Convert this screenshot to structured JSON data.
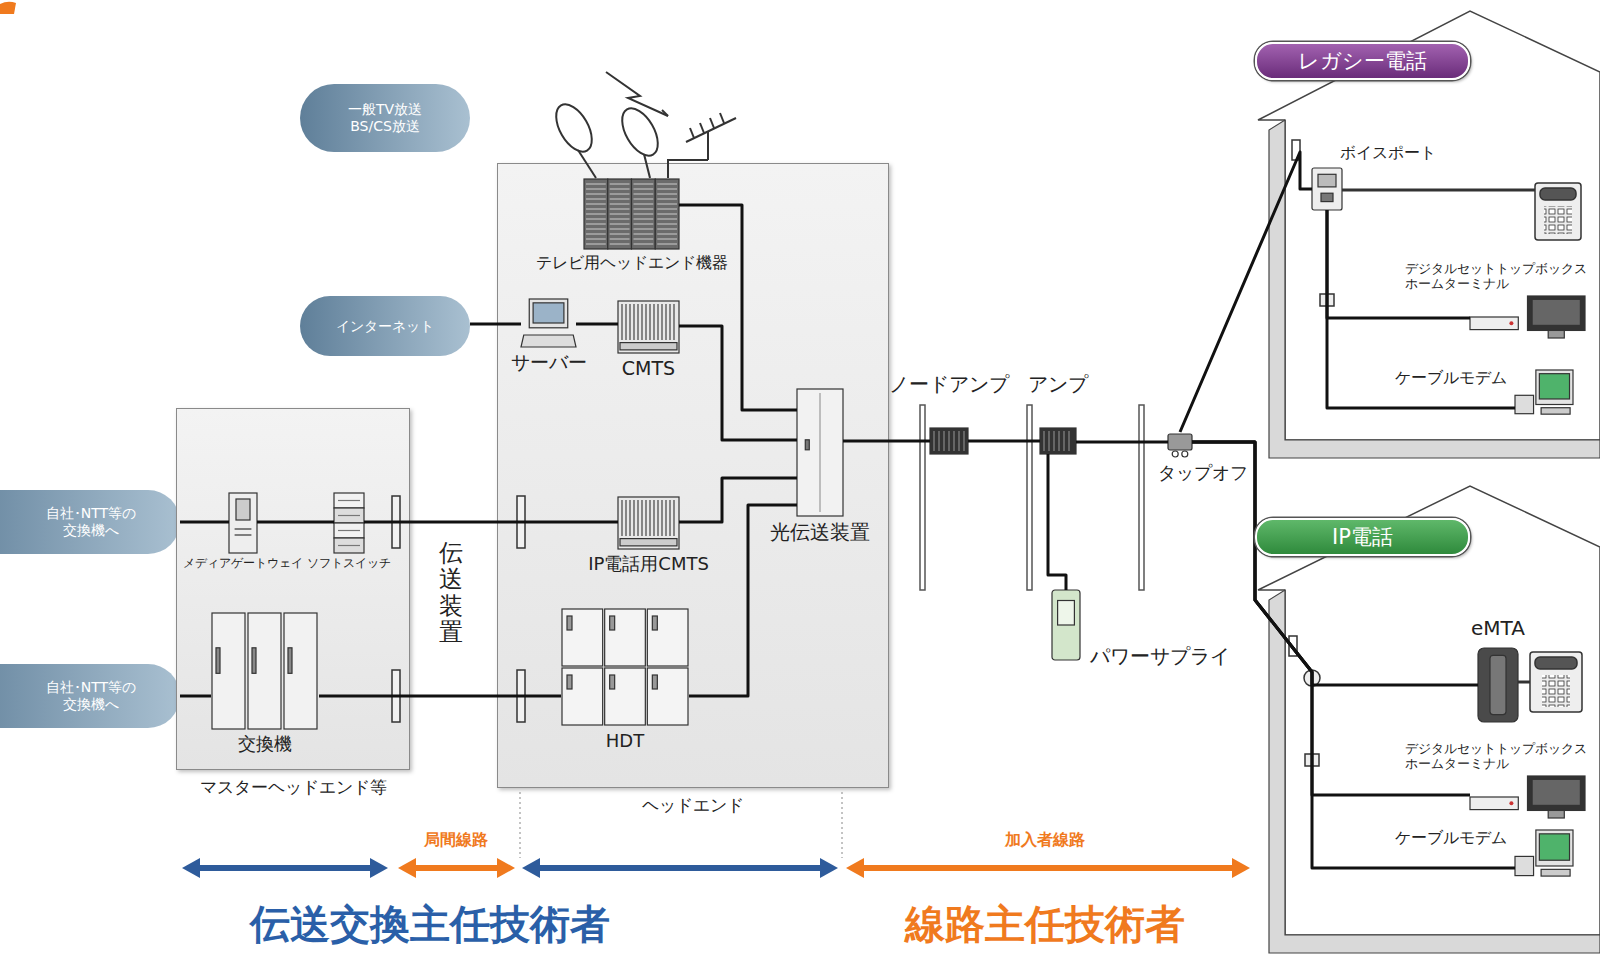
{
  "diagram": {
    "nodes": [
      {
        "text": [
          "一般TV放送 BS/CS放送"
        ]
      },
      {
        "text": [
          "インターネット"
        ]
      },
      {
        "text": [
          "自社･NTT等の 交換機へ"
        ]
      },
      {
        "text": [
          "自社･NTT等の 交換機へ"
        ]
      },
      {
        "text": [
          "マスターヘッドエンド等"
        ]
      },
      {
        "text": [
          "メディアゲートウェイ"
        ],
        "in": 4
      },
      {
        "text": [
          "ソフトスイッチ"
        ],
        "in": 4
      },
      {
        "text": [
          "交換機"
        ],
        "in": 4
      },
      {
        "text": [
          "ヘッドエンド"
        ]
      },
      {
        "text": [
          "テレビ用ヘッドエンド機器"
        ],
        "in": 8
      },
      {
        "text": [
          "サーバー"
        ],
        "in": 8
      },
      {
        "text": [
          "CMTS"
        ],
        "in": 8
      },
      {
        "text": [
          "IP電話用CMTS"
        ],
        "in": 8
      },
      {
        "text": [
          "HDT"
        ],
        "in": 8
      },
      {
        "text": [
          "光伝送装置"
        ],
        "in": 8
      },
      {
        "text": [
          "ノードアンプ"
        ]
      },
      {
        "text": [
          "アンプ"
        ]
      },
      {
        "text": [
          "パワーサプライ"
        ]
      },
      {
        "text": [
          "タップオフ"
        ]
      },
      {
        "text": [
          "レガシー電話"
        ]
      },
      {
        "text": [
          "ボイスポート"
        ],
        "in": 19
      },
      {
        "text": [
          "デジタルセットトップボックス ホームターミナル"
        ],
        "in": 19
      },
      {
        "text": [
          "ケーブルモデム"
        ],
        "in": 19
      },
      {
        "text": [
          "IP電話"
        ]
      },
      {
        "text": [
          "eMTA"
        ],
        "in": 23
      },
      {
        "text": [
          "デジタルセットトップボックス ホームターミナル"
        ],
        "in": 23
      },
      {
        "text": [
          "ケーブルモデム"
        ],
        "in": 23
      }
    ],
    "edges": [
      {
        "from": 2,
        "to": 5,
        "arrow": "none"
      },
      {
        "from": 5,
        "to": 6,
        "arrow": "none"
      },
      {
        "from": 6,
        "to": 12,
        "arrow": "none"
      },
      {
        "from": 3,
        "to": 7,
        "arrow": "none"
      },
      {
        "from": 7,
        "to": 13,
        "arrow": "none"
      },
      {
        "from": 1,
        "to": 10,
        "arrow": "none"
      },
      {
        "from": 10,
        "to": 11,
        "arrow": "none"
      },
      {
        "from": 11,
        "to": 14,
        "arrow": "none"
      },
      {
        "from": 9,
        "to": 14,
        "arrow": "none"
      },
      {
        "from": 12,
        "to": 14,
        "arrow": "none"
      },
      {
        "from": 13,
        "to": 14,
        "arrow": "none"
      },
      {
        "from": 14,
        "to": 15,
        "arrow": "none"
      },
      {
        "from": 15,
        "to": 16,
        "arrow": "none"
      },
      {
        "from": 16,
        "to": 17,
        "arrow": "none"
      },
      {
        "from": 16,
        "to": 18,
        "arrow": "none"
      },
      {
        "from": 18,
        "to": 20,
        "arrow": "none"
      },
      {
        "from": 20,
        "to": 21,
        "arrow": "none"
      },
      {
        "from": 20,
        "to": 22,
        "arrow": "none"
      },
      {
        "from": 18,
        "to": 24,
        "arrow": "none"
      },
      {
        "from": 18,
        "to": 25,
        "arrow": "none"
      },
      {
        "from": 18,
        "to": 26,
        "arrow": "none"
      }
    ],
    "labels": [
      "伝送装置",
      "局間線路",
      "加入者線路",
      "伝送交換主任技術者",
      "線路主任技術者"
    ]
  }
}
